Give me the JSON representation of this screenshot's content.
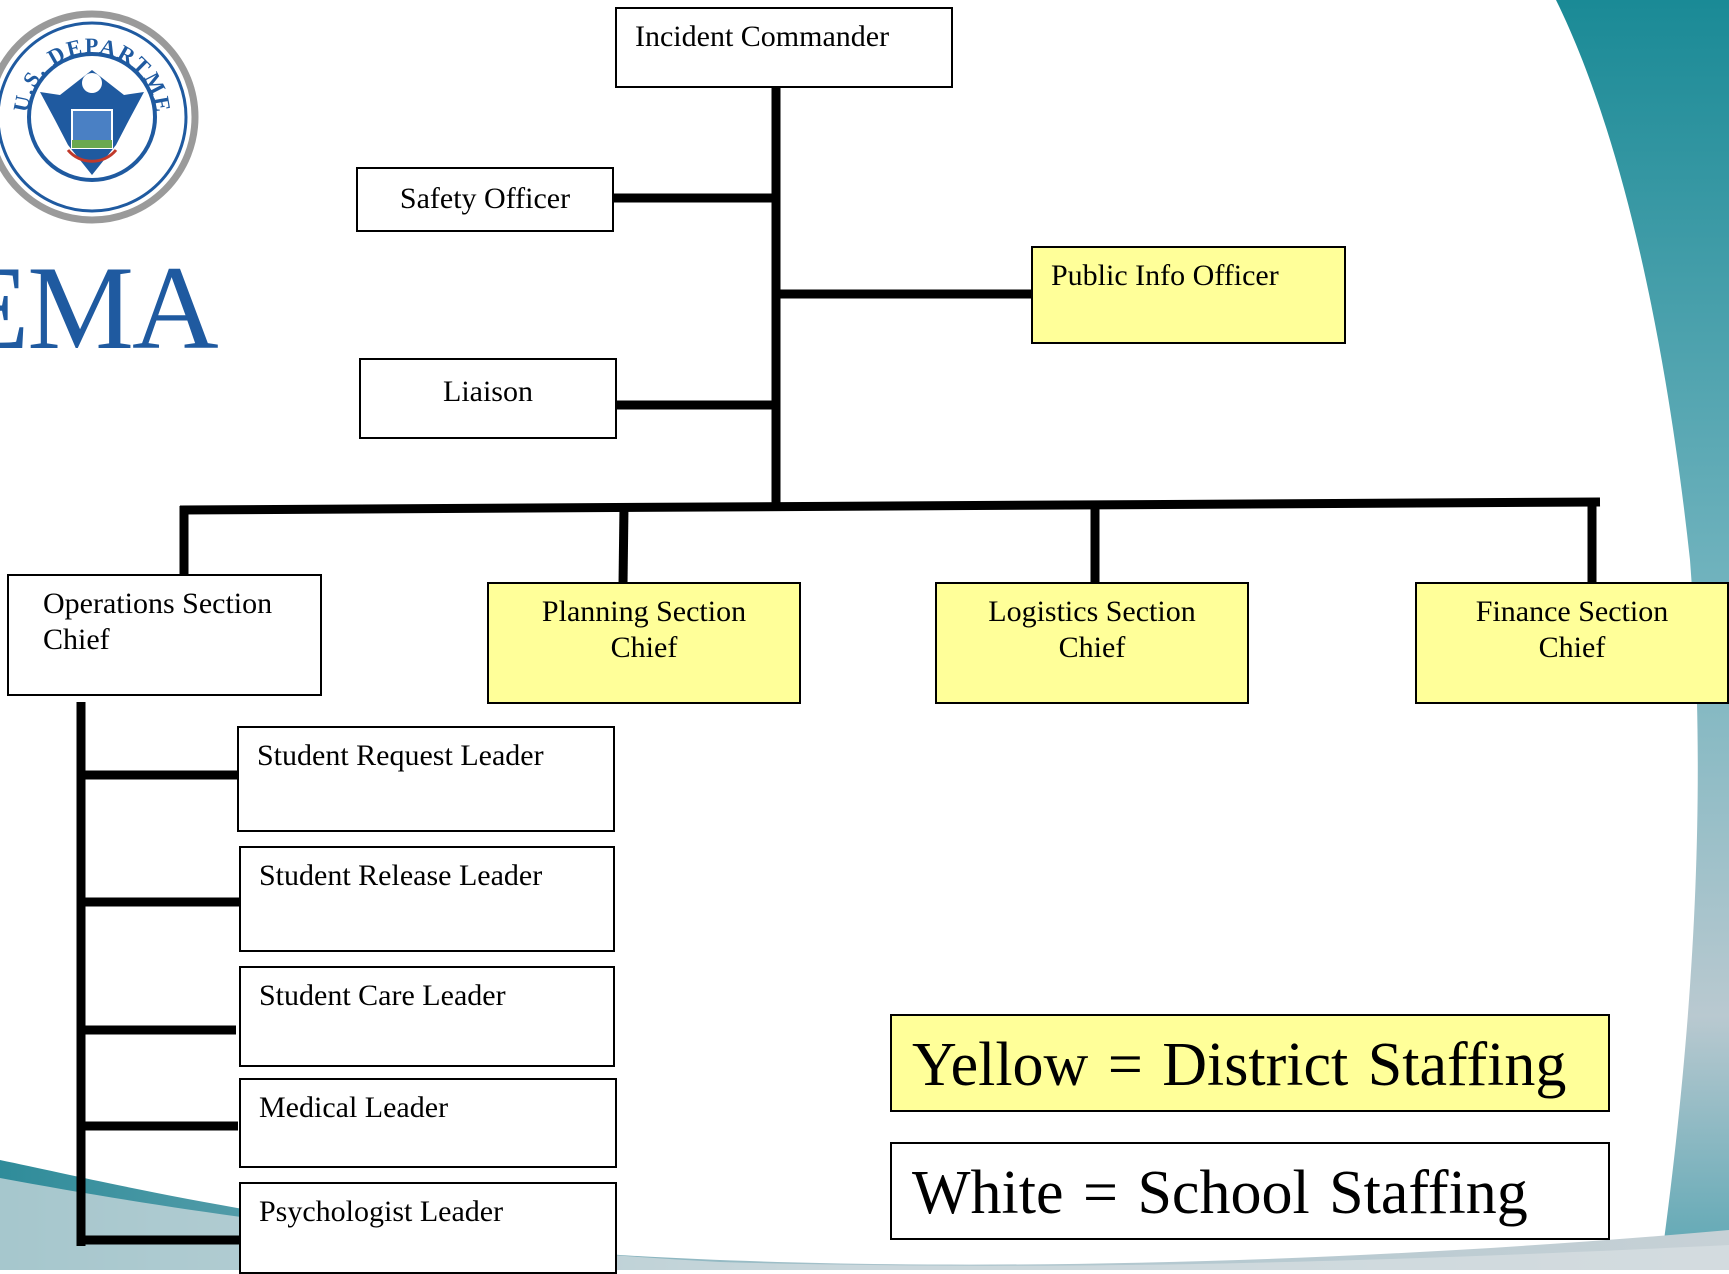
{
  "logo": {
    "seal_text": "U.S. DEPARTMENT OF HOMELAND SECURITY",
    "agency_wordmark": "FEMA",
    "visible_wordmark": "EMA"
  },
  "chart": {
    "nodes": {
      "incident_commander": "Incident  Commander",
      "safety_officer": "Safety Officer",
      "public_info_officer": "Public Info Officer",
      "liaison": "Liaison",
      "operations_chief": "Operations  Section\nChief",
      "planning_chief": "Planning Section\nChief",
      "logistics_chief": "Logistics Section\nChief",
      "finance_chief": "Finance Section\nChief",
      "student_request_leader": "Student  Request Leader",
      "student_release_leader": "Student  Release Leader",
      "student_care_leader": "Student Care Leader",
      "medical_leader": "Medical  Leader",
      "psychologist_leader": "Psychologist Leader"
    },
    "staffing": {
      "district": [
        "public_info_officer",
        "planning_chief",
        "logistics_chief",
        "finance_chief"
      ],
      "school": [
        "incident_commander",
        "safety_officer",
        "liaison",
        "operations_chief",
        "student_request_leader",
        "student_release_leader",
        "student_care_leader",
        "medical_leader",
        "psychologist_leader"
      ]
    },
    "reporting": [
      {
        "from": "safety_officer",
        "to": "incident_commander"
      },
      {
        "from": "public_info_officer",
        "to": "incident_commander"
      },
      {
        "from": "liaison",
        "to": "incident_commander"
      },
      {
        "from": "operations_chief",
        "to": "incident_commander"
      },
      {
        "from": "planning_chief",
        "to": "incident_commander"
      },
      {
        "from": "logistics_chief",
        "to": "incident_commander"
      },
      {
        "from": "finance_chief",
        "to": "incident_commander"
      },
      {
        "from": "student_request_leader",
        "to": "operations_chief"
      },
      {
        "from": "student_release_leader",
        "to": "operations_chief"
      },
      {
        "from": "student_care_leader",
        "to": "operations_chief"
      },
      {
        "from": "medical_leader",
        "to": "operations_chief"
      },
      {
        "from": "psychologist_leader",
        "to": "operations_chief"
      }
    ]
  },
  "legend": {
    "yellow": "Yellow = District Staffing",
    "white": "White = School Staffing"
  },
  "colors": {
    "district_fill": "#ffff99",
    "school_fill": "#ffffff",
    "teal_accent": "#2a8a98",
    "fema_blue": "#1f5aa0"
  }
}
